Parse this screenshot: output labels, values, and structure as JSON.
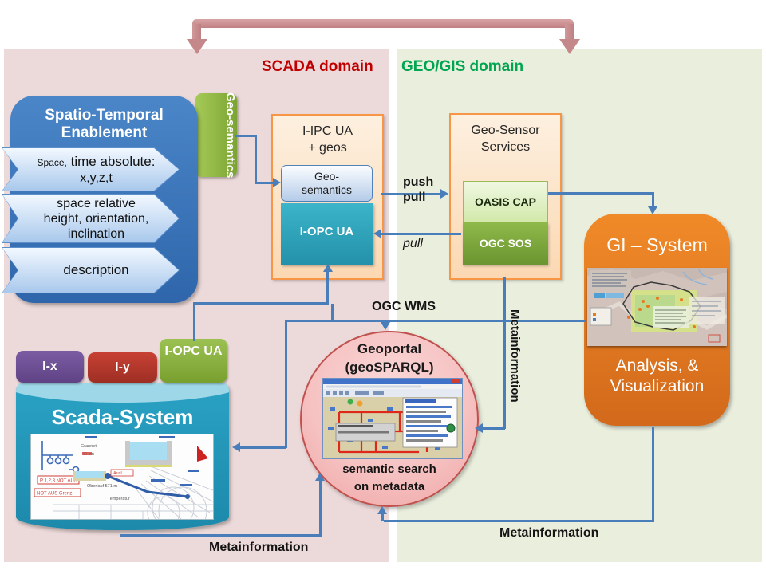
{
  "domains": {
    "scada_label": "SCADA domain",
    "geo_label": "GEO/GIS domain"
  },
  "spatio": {
    "title1": "Spatio-Temporal",
    "title2": "Enablement",
    "chevron1_small": "Space,",
    "chevron1_big": " time absolute:",
    "chevron1_line2": "x,y,z,t",
    "chevron2_line1": "space relative",
    "chevron2_line2": "height,  orientation,",
    "chevron2_line3": "inclination",
    "chevron3": "description"
  },
  "geo_semantics_tab": {
    "line1": "Geo-",
    "line2": "semantics"
  },
  "ipc_box": {
    "title1": "I-IPC UA",
    "title2": "+ geos",
    "geosem1": "Geo-",
    "geosem2": "semantics",
    "opc": "I-OPC UA"
  },
  "geo_sensor": {
    "title1": "Geo-Sensor",
    "title2": "Services",
    "oasis": "OASIS CAP",
    "sos": "OGC SOS"
  },
  "gi_system": {
    "title": "GI – System",
    "sub1": "Analysis, &",
    "sub2": "Visualization"
  },
  "scada_system": {
    "tab_x": "I-x",
    "tab_y": "I-y",
    "tab_opc": "I-OPC UA",
    "title": "Scada-System"
  },
  "geoportal": {
    "title1": "Geoportal",
    "title2": "(geoSPARQL)",
    "cap1": "semantic search",
    "cap2": "on metadata"
  },
  "edge_labels": {
    "push": "push",
    "pull": "pull",
    "pull_italic": "pull",
    "ogc_wms": "OGC WMS",
    "meta_vertical": "Metainformation",
    "meta_bottom_left": "Metainformation",
    "meta_bottom_right": "Metainformation"
  },
  "colors": {
    "scada_title": "#c00000",
    "geo_title": "#00a550",
    "connector": "#4a7ebb",
    "top_arrow": "#c5888a"
  }
}
